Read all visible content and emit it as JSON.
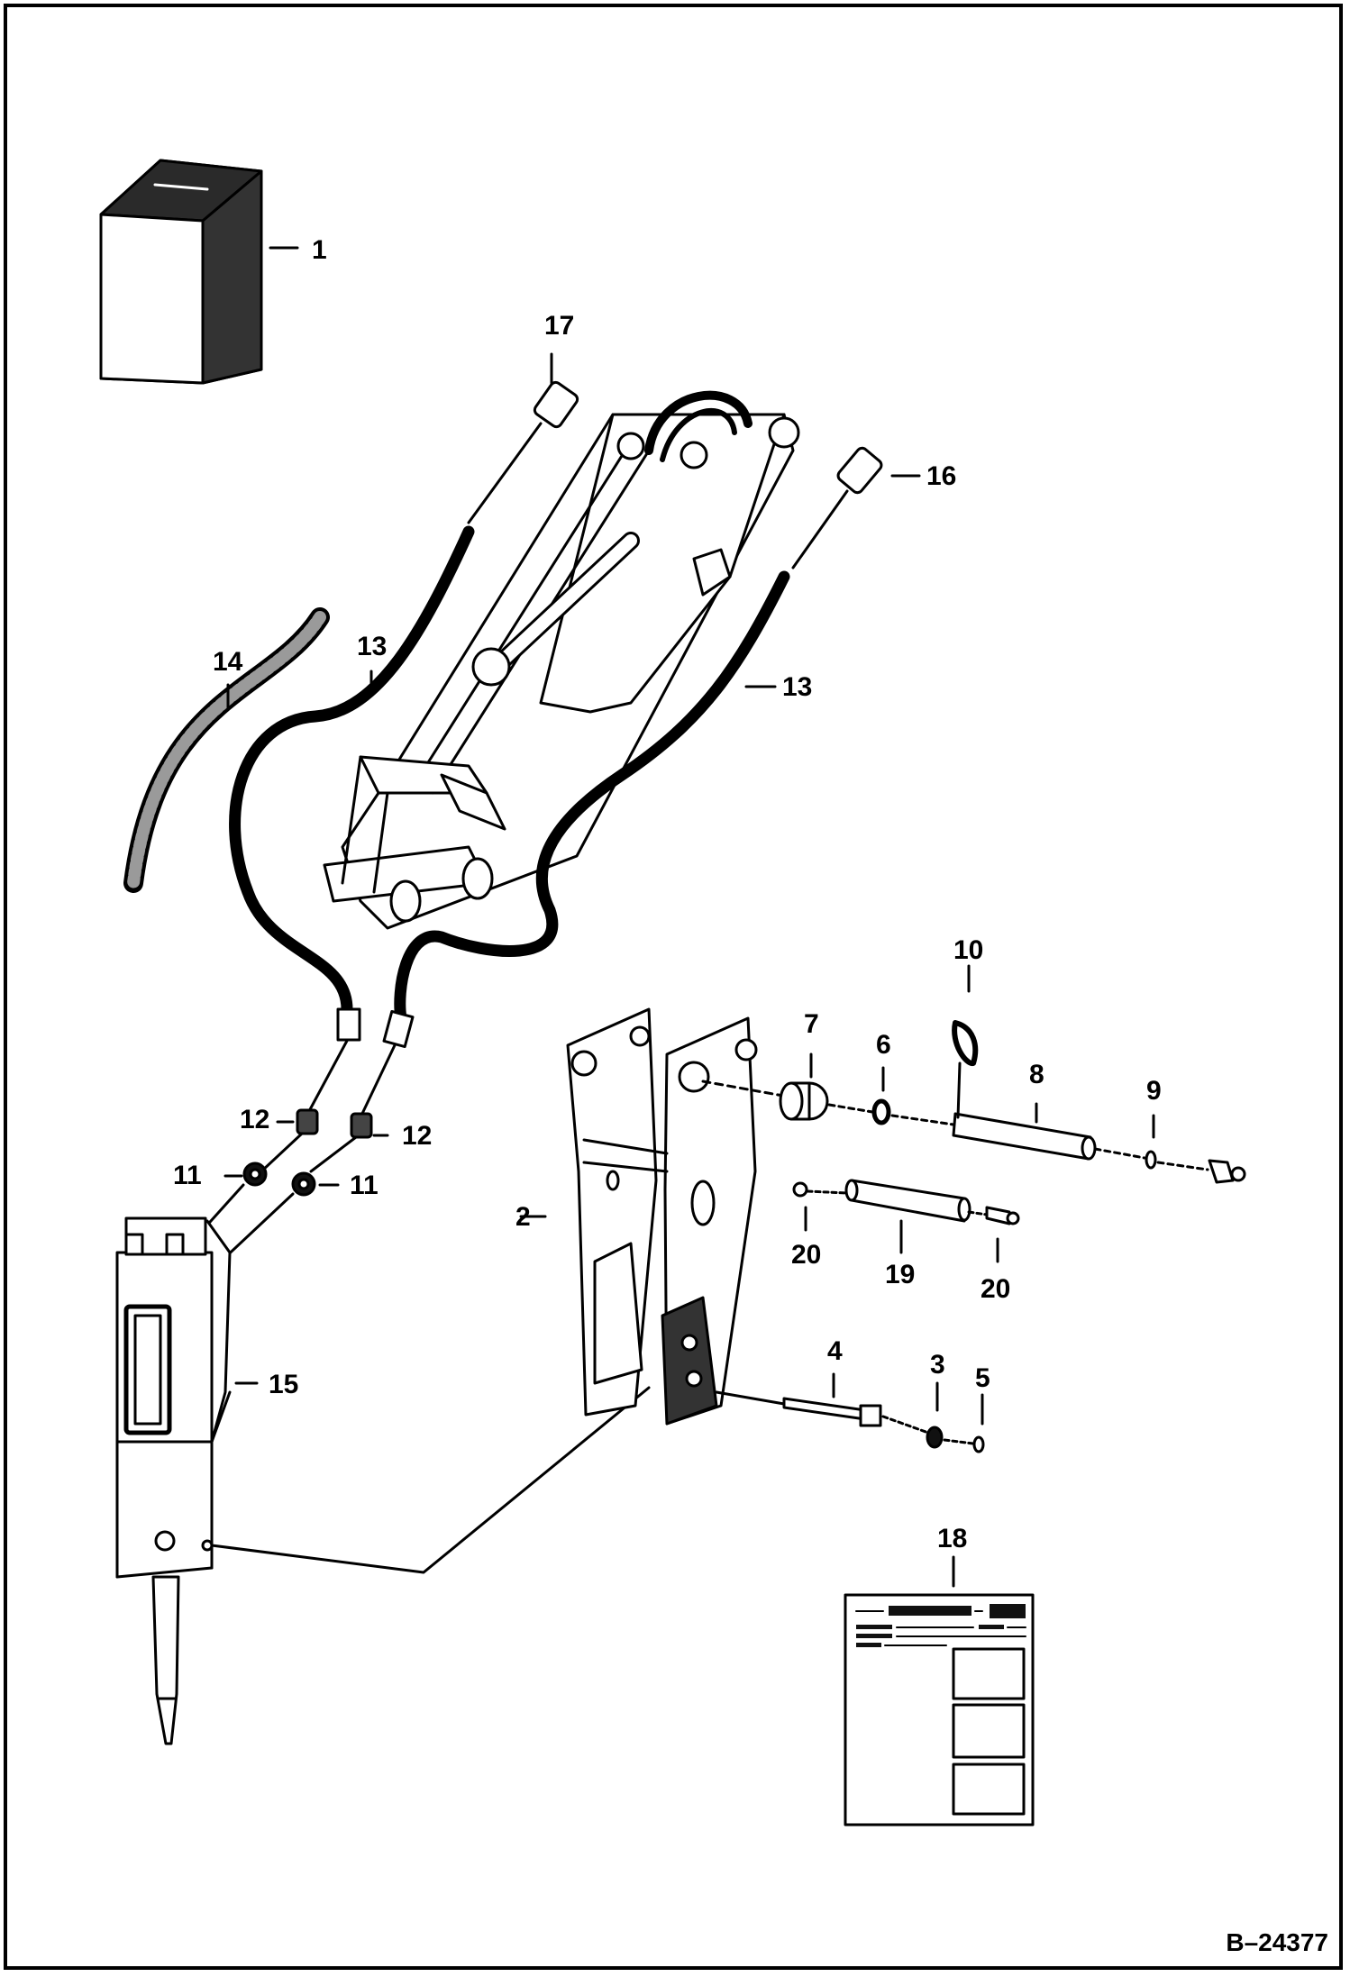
{
  "drawing_number": "B–24377",
  "callouts": [
    {
      "id": "c1",
      "text": "1"
    },
    {
      "id": "c2",
      "text": "2"
    },
    {
      "id": "c3",
      "text": "3"
    },
    {
      "id": "c4",
      "text": "4"
    },
    {
      "id": "c5",
      "text": "5"
    },
    {
      "id": "c6",
      "text": "6"
    },
    {
      "id": "c7",
      "text": "7"
    },
    {
      "id": "c8",
      "text": "8"
    },
    {
      "id": "c9",
      "text": "9"
    },
    {
      "id": "c10",
      "text": "10"
    },
    {
      "id": "c11a",
      "text": "11"
    },
    {
      "id": "c11b",
      "text": "11"
    },
    {
      "id": "c12a",
      "text": "12"
    },
    {
      "id": "c12b",
      "text": "12"
    },
    {
      "id": "c13a",
      "text": "13"
    },
    {
      "id": "c13b",
      "text": "13"
    },
    {
      "id": "c14",
      "text": "14"
    },
    {
      "id": "c15",
      "text": "15"
    },
    {
      "id": "c16",
      "text": "16"
    },
    {
      "id": "c17",
      "text": "17"
    },
    {
      "id": "c18",
      "text": "18"
    },
    {
      "id": "c19",
      "text": "19"
    },
    {
      "id": "c20a",
      "text": "20"
    },
    {
      "id": "c20b",
      "text": "20"
    }
  ],
  "colors": {
    "ink": "#000000",
    "paper": "#ffffff",
    "shade": "#9a9a9a"
  }
}
